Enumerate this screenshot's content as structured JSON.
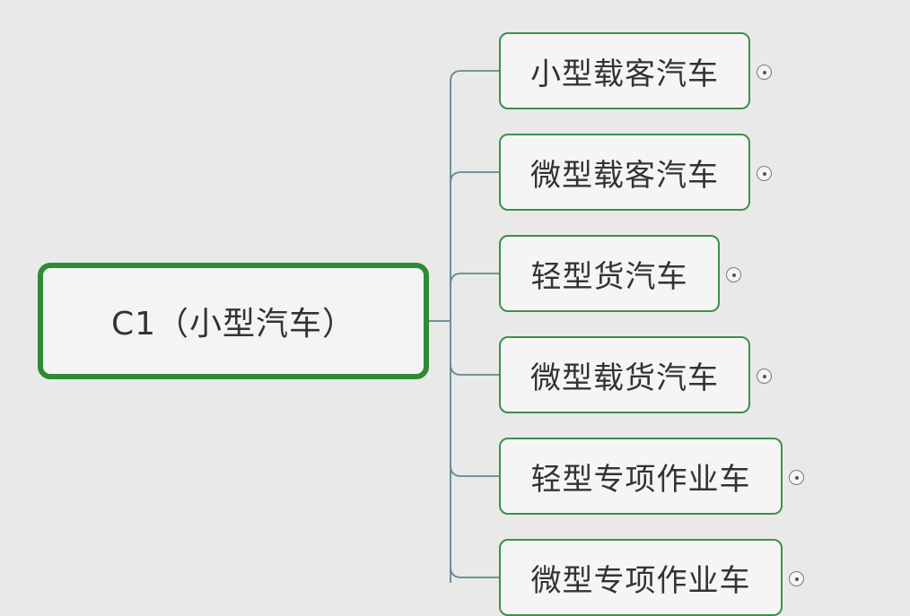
{
  "mindmap": {
    "root": {
      "label": "C1（小型汽车）"
    },
    "children": [
      {
        "label": "小型载客汽车",
        "collapsed": true
      },
      {
        "label": "微型载客汽车",
        "collapsed": true
      },
      {
        "label": "轻型货汽车",
        "collapsed": true
      },
      {
        "label": "微型载货汽车",
        "collapsed": true
      },
      {
        "label": "轻型专项作业车",
        "collapsed": true
      },
      {
        "label": "微型专项作业车",
        "collapsed": true
      }
    ]
  },
  "colors": {
    "background": "#e9e9e9",
    "root_border": "#2d8c31",
    "child_border": "#3f8f4a",
    "connector": "#5f8a90",
    "text": "#333333"
  },
  "icons": {
    "expand": "expand-plus-icon"
  }
}
